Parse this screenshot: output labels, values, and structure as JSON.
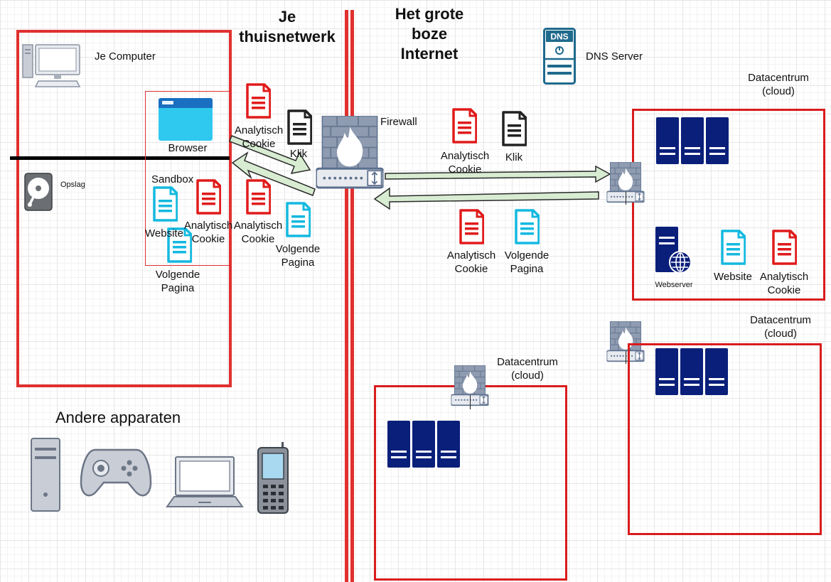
{
  "zones": {
    "home_title": "Je thuisnetwerk",
    "internet_title": "Het grote boze Internet"
  },
  "computer": {
    "label": "Je Computer",
    "browser_label": "Browser",
    "storage_label": "Opslag",
    "sandbox_label": "Sandbox",
    "website_label": "Website",
    "analytic_cookie_label": "Analytisch Cookie",
    "next_page_label": "Volgende Pagina"
  },
  "home_traffic": {
    "cookie_out": "Analytisch Cookie",
    "click_out": "Klik",
    "cookie_in": "Analytisch Cookie",
    "next_page_in": "Volgende Pagina"
  },
  "firewall_label": "Firewall",
  "dns_label": "DNS Server",
  "dns_badge": "DNS",
  "internet_traffic": {
    "cookie_out": "Analytisch Cookie",
    "click_out": "Klik",
    "cookie_in": "Analytisch Cookie",
    "next_page_in": "Volgende Pagina"
  },
  "datacenters": [
    {
      "label": "Datacentrum (cloud)",
      "webserver_label": "Webserver",
      "website_label": "Website",
      "cookie_label": "Analytisch Cookie"
    },
    {
      "label": "Datacentrum (cloud)"
    },
    {
      "label": "Datacentrum (cloud)"
    }
  ],
  "other_devices": {
    "title": "Andere apparaten",
    "icons": [
      "tower-pc-icon",
      "gamepad-icon",
      "laptop-icon",
      "mobile-phone-icon"
    ]
  },
  "colors": {
    "zone_red": "#e0302f",
    "box_red": "#d91c1c",
    "server_blue": "#0a1f7a",
    "doc_red": "#e01b1b",
    "doc_cyan": "#14b9e0",
    "doc_black": "#222222",
    "browser_blue": "#1a94d8",
    "arrow_fill": "#d8ecd2"
  }
}
